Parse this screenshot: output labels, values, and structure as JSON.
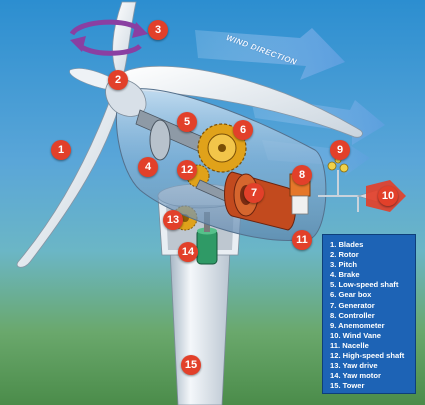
{
  "title": "",
  "wind_label": "WIND DIRECTION",
  "callouts": [
    {
      "id": "badge-1",
      "label": "1"
    },
    {
      "id": "badge-2",
      "label": "2"
    },
    {
      "id": "badge-3",
      "label": "3"
    },
    {
      "id": "badge-4",
      "label": "4"
    },
    {
      "id": "badge-5",
      "label": "5"
    },
    {
      "id": "badge-6",
      "label": "6"
    },
    {
      "id": "badge-7",
      "label": "7"
    },
    {
      "id": "badge-8",
      "label": "8"
    },
    {
      "id": "badge-9",
      "label": "9"
    },
    {
      "id": "badge-10",
      "label": "10"
    },
    {
      "id": "badge-11",
      "label": "11"
    },
    {
      "id": "badge-12",
      "label": "12"
    },
    {
      "id": "badge-13",
      "label": "13"
    },
    {
      "id": "badge-14",
      "label": "14"
    },
    {
      "id": "badge-15",
      "label": "15"
    }
  ],
  "legend": [
    "1. Blades",
    "2. Rotor",
    "3. Pitch",
    "4. Brake",
    "5. Low-speed shaft",
    "6. Gear box",
    "7. Generator",
    "8. Controller",
    "9. Anemometer",
    "10. Wind Vane",
    "11. Nacelle",
    "12. High-speed shaft",
    "13. Yaw drive",
    "14. Yaw motor",
    "15. Tower"
  ],
  "colors": {
    "badge": "#e2402a",
    "legend_bg": "#1d63b5",
    "sky_top": "#2c8ed0",
    "ground": "#4b8c4a",
    "gear": "#e0a21a",
    "generator": "#c24a1e"
  }
}
